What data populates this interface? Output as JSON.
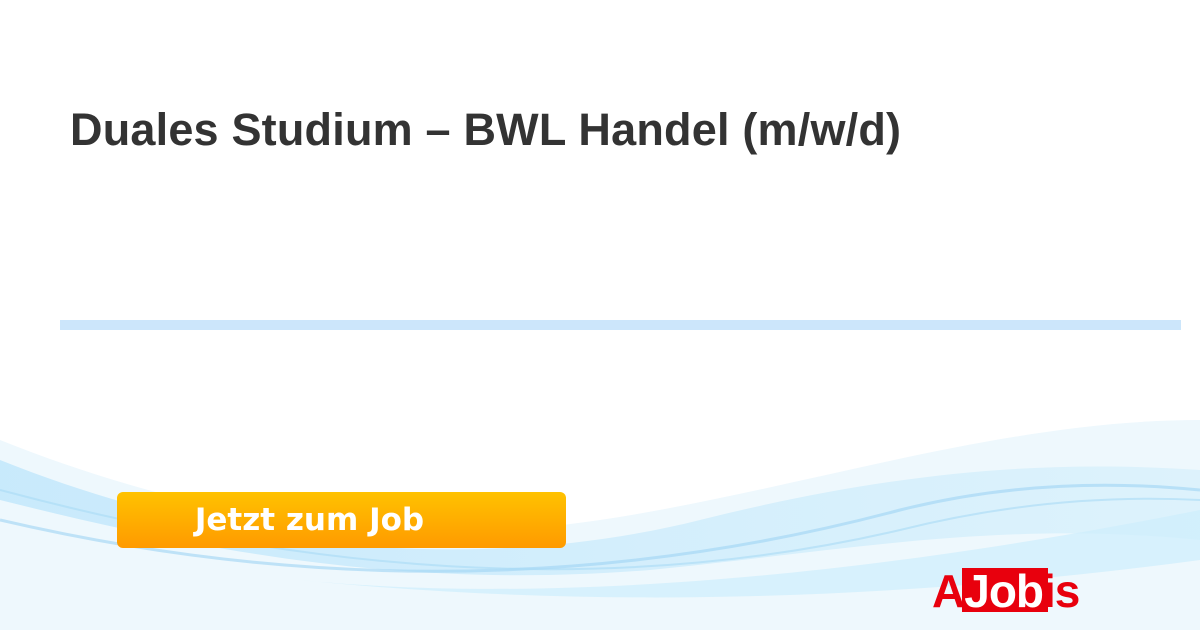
{
  "job": {
    "title": "Duales Studium – BWL Handel (m/w/d)"
  },
  "cta": {
    "label": "Jetzt zum Job"
  },
  "logo": {
    "text": "AJobis",
    "a": "A",
    "j": "J",
    "ob": "ob",
    "is": "is"
  },
  "colors": {
    "title": "#333333",
    "divider": "#cce6fb",
    "cta_top": "#ffc200",
    "cta_bottom": "#ff9a00",
    "brand": "#e8000d"
  }
}
